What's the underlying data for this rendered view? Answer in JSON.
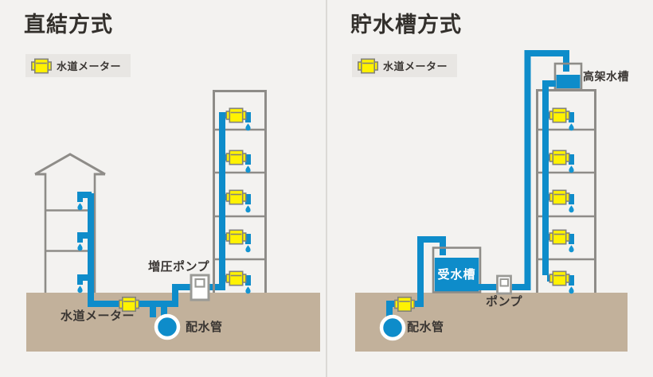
{
  "left": {
    "title": "直結方式",
    "legend_label": "水道メーター",
    "labels": {
      "booster_pump": "増圧ポンプ",
      "water_meter": "水道メーター",
      "distribution_pipe": "配水管"
    }
  },
  "right": {
    "title": "貯水槽方式",
    "legend_label": "水道メーター",
    "labels": {
      "elevated_tank": "高架水槽",
      "receiving_tank": "受水槽",
      "pump": "ポンプ",
      "distribution_pipe": "配水管"
    }
  },
  "colors": {
    "background": "#f3f2f0",
    "pipe_water_blue": "#0e8cca",
    "drop_blue": "#1495d2",
    "meter_yellow": "#fff202",
    "ground_tan": "#c2b19b",
    "structure_gray": "#8e8c88",
    "legend_background": "#e8e6e3"
  }
}
